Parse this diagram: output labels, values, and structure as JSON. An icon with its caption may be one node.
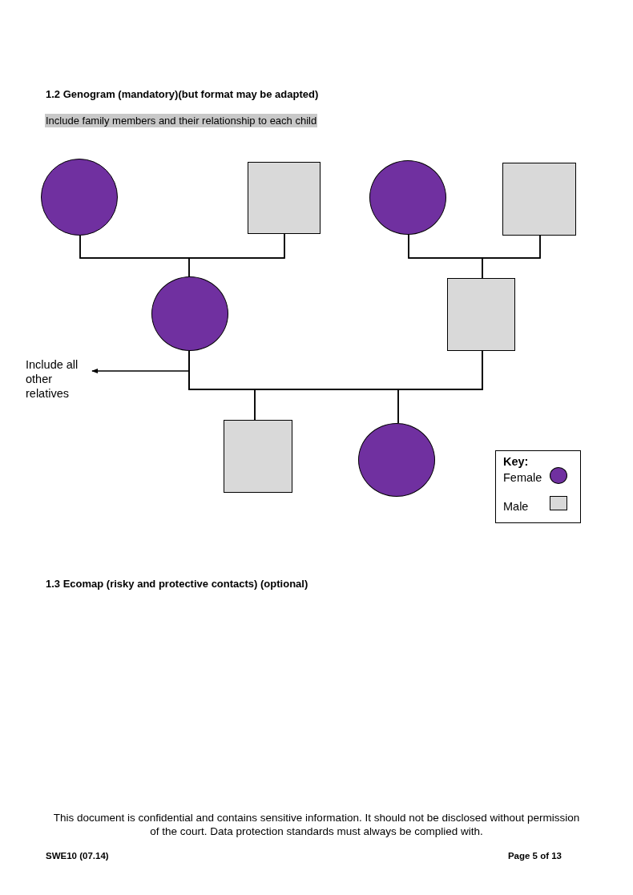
{
  "diagram": {
    "title": "1.2 Genogram (mandatory)(but format may be adapted)",
    "nodes": [
      {
        "text": [],
        "shape": "circle"
      },
      {
        "text": [],
        "shape": "box"
      },
      {
        "text": [],
        "shape": "circle"
      },
      {
        "text": [],
        "shape": "box"
      },
      {
        "text": [],
        "shape": "circle"
      },
      {
        "text": [],
        "shape": "box"
      },
      {
        "text": [],
        "shape": "box"
      },
      {
        "text": [],
        "shape": "circle"
      },
      {
        "text": [
          "Include all other relatives"
        ]
      }
    ],
    "edges": [
      {
        "from": 0,
        "to": 1,
        "arrow": "none"
      },
      {
        "from": 0,
        "to": 4,
        "arrow": "none"
      },
      {
        "from": 1,
        "to": 4,
        "arrow": "none"
      },
      {
        "from": 2,
        "to": 3,
        "arrow": "none"
      },
      {
        "from": 2,
        "to": 5,
        "arrow": "none"
      },
      {
        "from": 3,
        "to": 5,
        "arrow": "none"
      },
      {
        "from": 4,
        "to": 5,
        "arrow": "none"
      },
      {
        "from": 4,
        "to": 6,
        "arrow": "none"
      },
      {
        "from": 5,
        "to": 6,
        "arrow": "none"
      },
      {
        "from": 4,
        "to": 7,
        "arrow": "none"
      },
      {
        "from": 5,
        "to": 7,
        "arrow": "none"
      },
      {
        "from": null,
        "to": 8,
        "arrow": "to"
      }
    ],
    "labels": [
      "Include family members and their relationship to each child",
      "Key:",
      "1.3 Ecomap (risky and protective contacts) (optional)",
      "This document is confidential and contains sensitive information. It should not be disclosed without permission of the court. Data protection standards must always be complied with.",
      "SWE10 (07.14)",
      "Page 5 of 13"
    ],
    "legend": [
      {
        "text": "Female",
        "color": "#7030a0"
      },
      {
        "text": "Male",
        "color": "#d9d9d9"
      }
    ]
  }
}
